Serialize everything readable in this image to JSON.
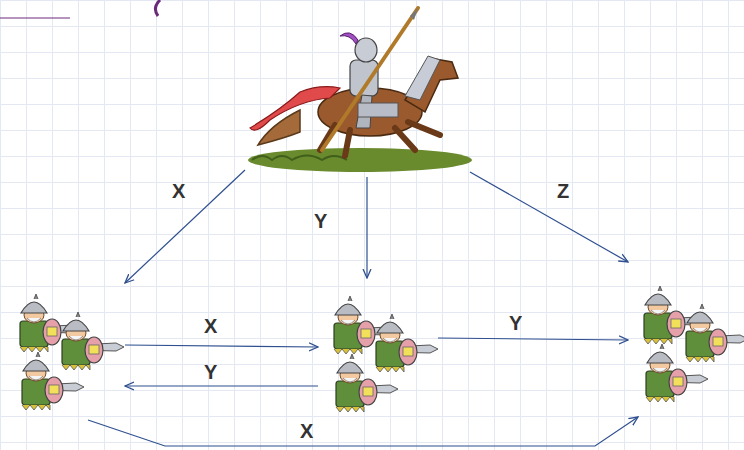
{
  "diagram": {
    "nodes": [
      {
        "text": []
      },
      {
        "text": []
      },
      {
        "text": []
      },
      {
        "text": []
      }
    ],
    "edges": [
      {
        "from": 0,
        "to": 1,
        "arrow": "to",
        "label": "X"
      },
      {
        "from": 0,
        "to": 2,
        "arrow": "to",
        "label": "Y"
      },
      {
        "from": 0,
        "to": 3,
        "arrow": "to",
        "label": "Z"
      },
      {
        "from": 1,
        "to": 2,
        "arrow": "to",
        "label": "X"
      },
      {
        "from": 2,
        "to": 1,
        "arrow": "to",
        "label": "Y"
      },
      {
        "from": 2,
        "to": 3,
        "arrow": "to",
        "label": "Y"
      },
      {
        "from": 1,
        "to": 3,
        "arrow": "to",
        "label": "X"
      }
    ]
  }
}
